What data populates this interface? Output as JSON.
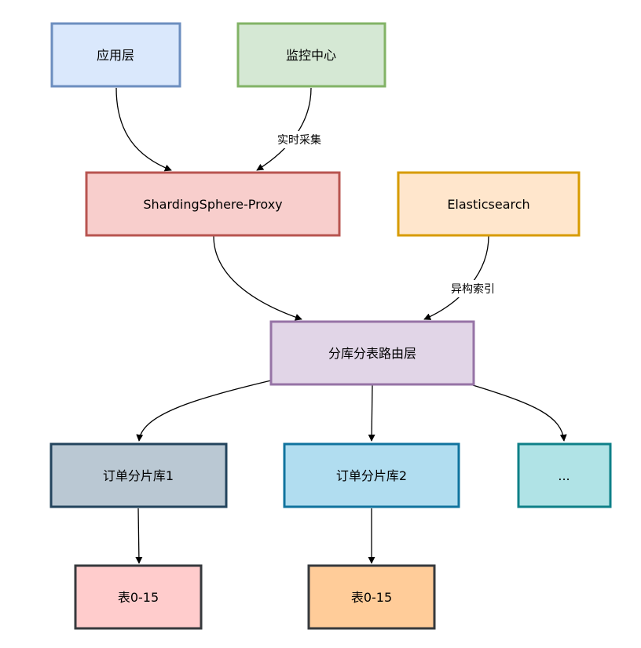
{
  "nodes": {
    "app": {
      "label": "应用层",
      "fill": "#dae8fc",
      "stroke": "#6c8ebf"
    },
    "monitor": {
      "label": "监控中心",
      "fill": "#d5e8d4",
      "stroke": "#82b366"
    },
    "proxy": {
      "label": "ShardingSphere-Proxy",
      "fill": "#f8cecc",
      "stroke": "#b85450"
    },
    "es": {
      "label": "Elasticsearch",
      "fill": "#ffe6cc",
      "stroke": "#d79b00"
    },
    "router": {
      "label": "分库分表路由层",
      "fill": "#e1d5e7",
      "stroke": "#9673a6"
    },
    "db1": {
      "label": "订单分片库1",
      "fill": "#bac8d3",
      "stroke": "#23445d"
    },
    "db2": {
      "label": "订单分片库2",
      "fill": "#b1ddf0",
      "stroke": "#10739e"
    },
    "more": {
      "label": "...",
      "fill": "#b0e3e6",
      "stroke": "#0e8088"
    },
    "table1": {
      "label": "表0-15",
      "fill": "#ffcccc",
      "stroke": "#36393d"
    },
    "table2": {
      "label": "表0-15",
      "fill": "#ffcc99",
      "stroke": "#36393d"
    }
  },
  "edges": {
    "monitor_proxy": {
      "label": "实时采集"
    },
    "es_router": {
      "label": "异构索引"
    }
  }
}
